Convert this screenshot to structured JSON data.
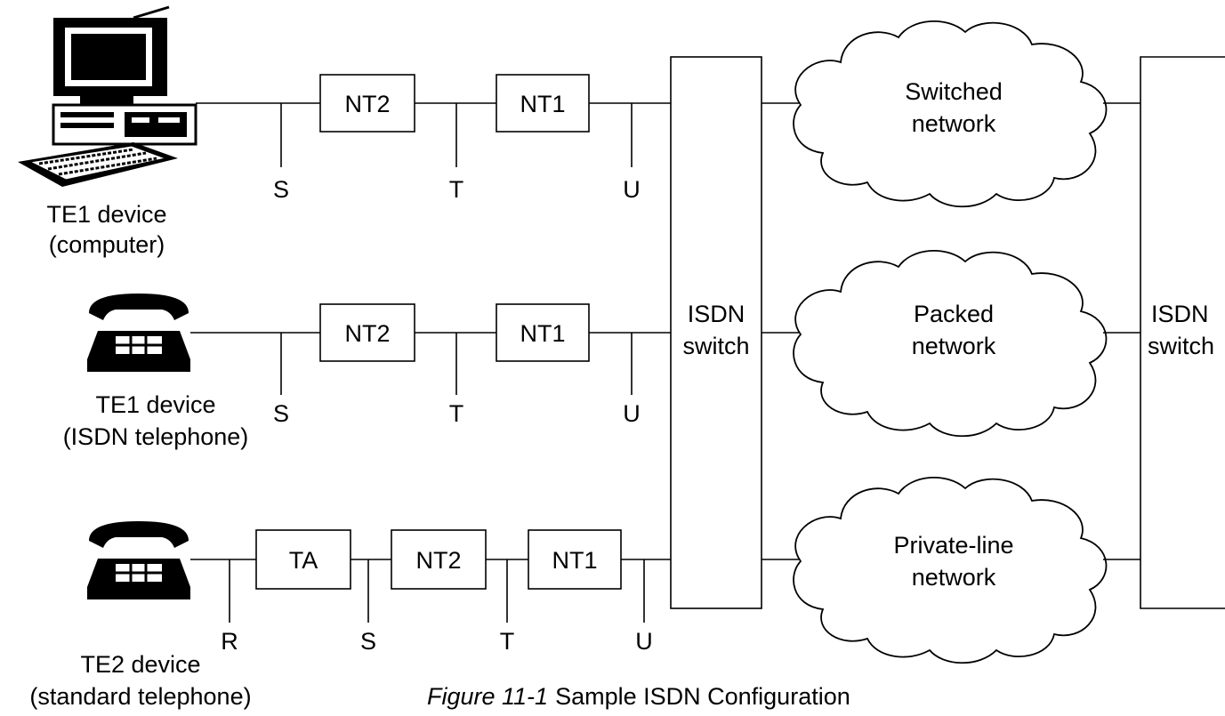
{
  "devices": {
    "row1": {
      "line1": "TE1 device",
      "line2": "(computer)",
      "icon": "computer-icon"
    },
    "row2": {
      "line1": "TE1 device",
      "line2": "(ISDN telephone)",
      "icon": "telephone-icon"
    },
    "row3": {
      "line1": "TE2 device",
      "line2": "(standard telephone)",
      "icon": "telephone-icon"
    }
  },
  "boxes": {
    "ta": "TA",
    "nt2": "NT2",
    "nt1": "NT1"
  },
  "reference_points": {
    "r": "R",
    "s": "S",
    "t": "T",
    "u": "U"
  },
  "switches": {
    "left": {
      "line1": "ISDN",
      "line2": "switch"
    },
    "right": {
      "line1": "ISDN",
      "line2": "switch"
    }
  },
  "networks": [
    {
      "line1": "Switched",
      "line2": "network"
    },
    {
      "line1": "Packed",
      "line2": "network"
    },
    {
      "line1": "Private-line",
      "line2": "network"
    }
  ],
  "caption": {
    "figure_label": "Figure 11-1",
    "title": "Sample ISDN Configuration"
  }
}
